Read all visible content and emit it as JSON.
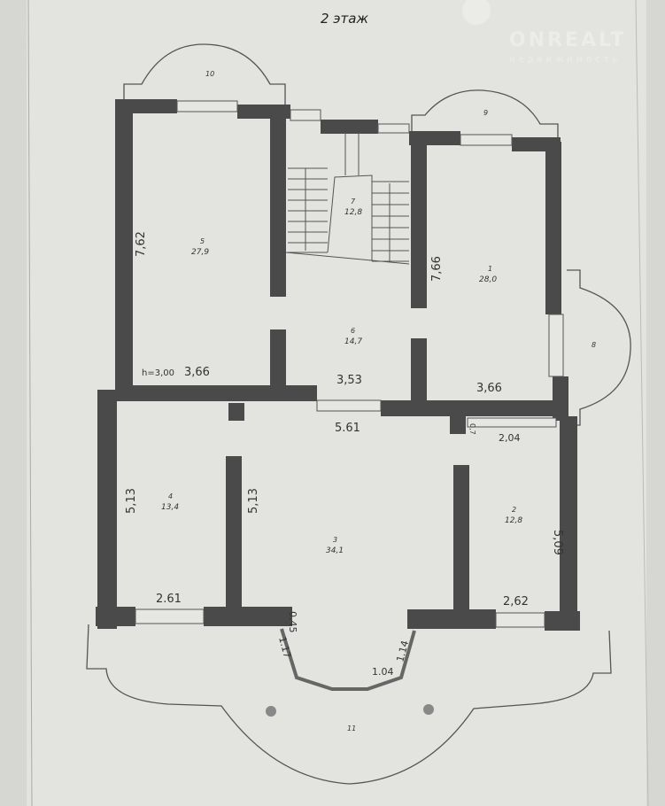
{
  "title": "2 этаж",
  "watermark": {
    "brand": "ONREALT",
    "subtitle": "недвижимость"
  },
  "ceiling_height": "h=3,00",
  "rooms": [
    {
      "number": "5",
      "area": "27,9",
      "width": "3,66",
      "length": "7,62"
    },
    {
      "number": "7",
      "area": "12,8"
    },
    {
      "number": "6",
      "area": "14,7",
      "width": "3,53"
    },
    {
      "number": "1",
      "area": "28,0",
      "width": "3,66",
      "length": "7,66"
    },
    {
      "number": "4",
      "area": "13,4",
      "width": "2.61",
      "length": "5,13"
    },
    {
      "number": "3",
      "area": "34,1",
      "width": "5.61",
      "length": "5,13"
    },
    {
      "number": "2",
      "area": "12,8",
      "width": "2,62",
      "length": "5,09",
      "closet": "2,04",
      "closet_depth": "0,7"
    }
  ],
  "balconies": [
    "10",
    "9",
    "8",
    "11"
  ],
  "bay_window": {
    "side_left": "1.17",
    "wall_left": "0.45",
    "middle": "1.04",
    "side_right": "1.14"
  },
  "colors": {
    "wall": "#4a4a4a",
    "paper": "#e4e4e1"
  }
}
